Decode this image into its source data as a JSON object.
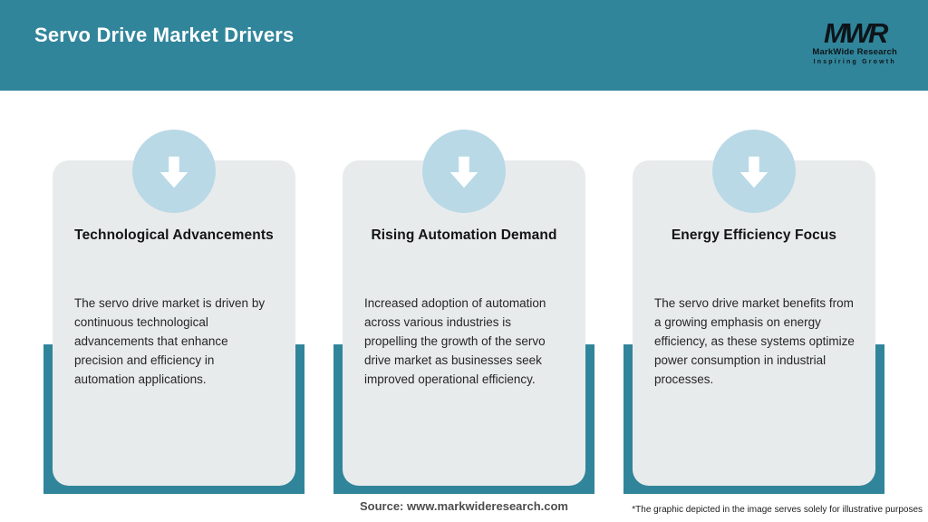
{
  "header": {
    "title": "Servo Drive Market Drivers",
    "background_color": "#31859b",
    "logo": {
      "monogram": "MWR",
      "name": "MarkWide Research",
      "tagline": "Inspiring Growth"
    }
  },
  "cards": [
    {
      "icon": "down-arrow-icon",
      "title": "Technological Advancements",
      "body": "The servo drive market is driven by continuous technological advancements that enhance precision and efficiency in automation applications."
    },
    {
      "icon": "down-arrow-icon",
      "title": "Rising Automation Demand",
      "body": "Increased adoption of automation across various industries is propelling the growth of the servo drive market as businesses seek improved operational efficiency."
    },
    {
      "icon": "down-arrow-icon",
      "title": "Energy Efficiency Focus",
      "body": "The servo drive market benefits from a growing emphasis on energy efficiency, as these systems optimize power consumption in industrial processes."
    }
  ],
  "colors": {
    "accent_teal": "#31859b",
    "icon_circle_blue": "#b9d9e6",
    "card_background": "#e8ebec"
  },
  "footer": {
    "source": "Source: www.markwideresearch.com",
    "disclaimer": "*The graphic depicted in the image serves solely for illustrative purposes"
  }
}
